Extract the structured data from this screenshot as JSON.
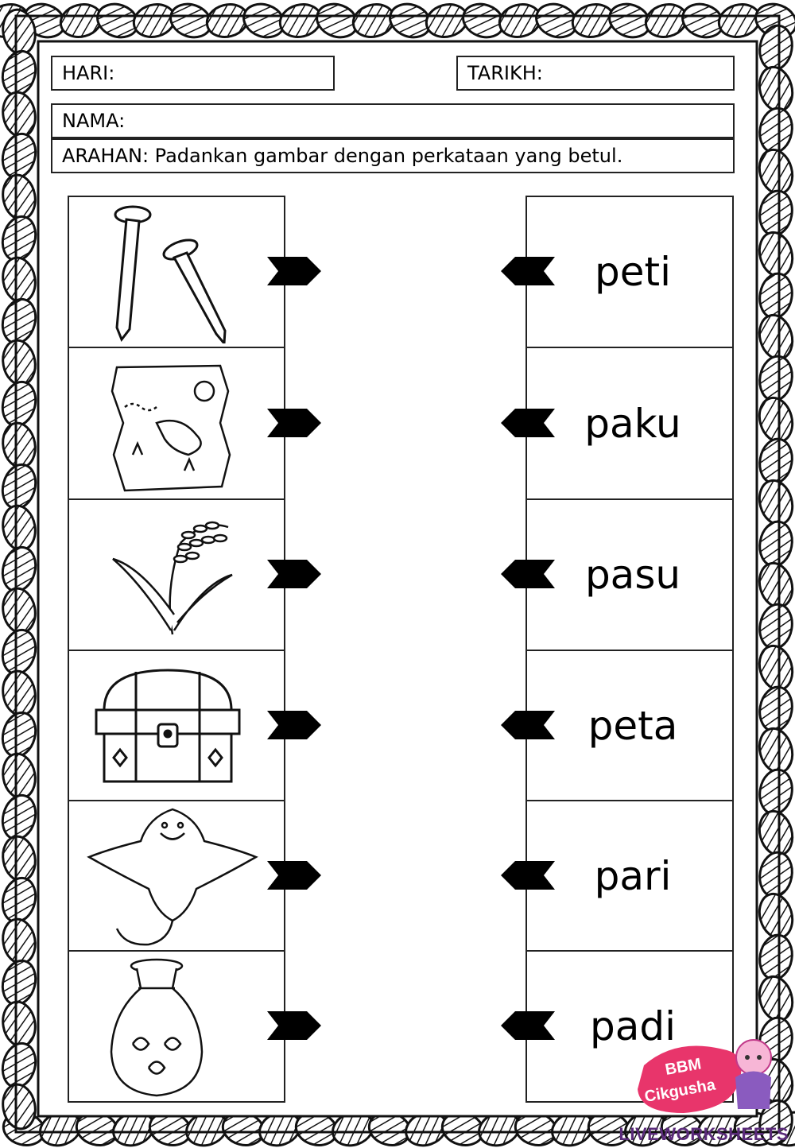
{
  "header": {
    "hari_label": "HARI:",
    "tarikh_label": "TARIKH:",
    "nama_label": "NAMA:",
    "arahan_label": "ARAHAN: Padankan gambar dengan perkataan yang betul."
  },
  "pictures": [
    {
      "icon": "nails-icon"
    },
    {
      "icon": "treasure-map-icon"
    },
    {
      "icon": "rice-plant-icon"
    },
    {
      "icon": "treasure-chest-icon"
    },
    {
      "icon": "stingray-icon"
    },
    {
      "icon": "vase-icon"
    }
  ],
  "words": [
    "peti",
    "paku",
    "pasu",
    "peta",
    "pari",
    "padi"
  ],
  "logo": {
    "line1": "BBM",
    "line2": "Cikgusha"
  },
  "watermark": "LIVEWORKSHEETS"
}
